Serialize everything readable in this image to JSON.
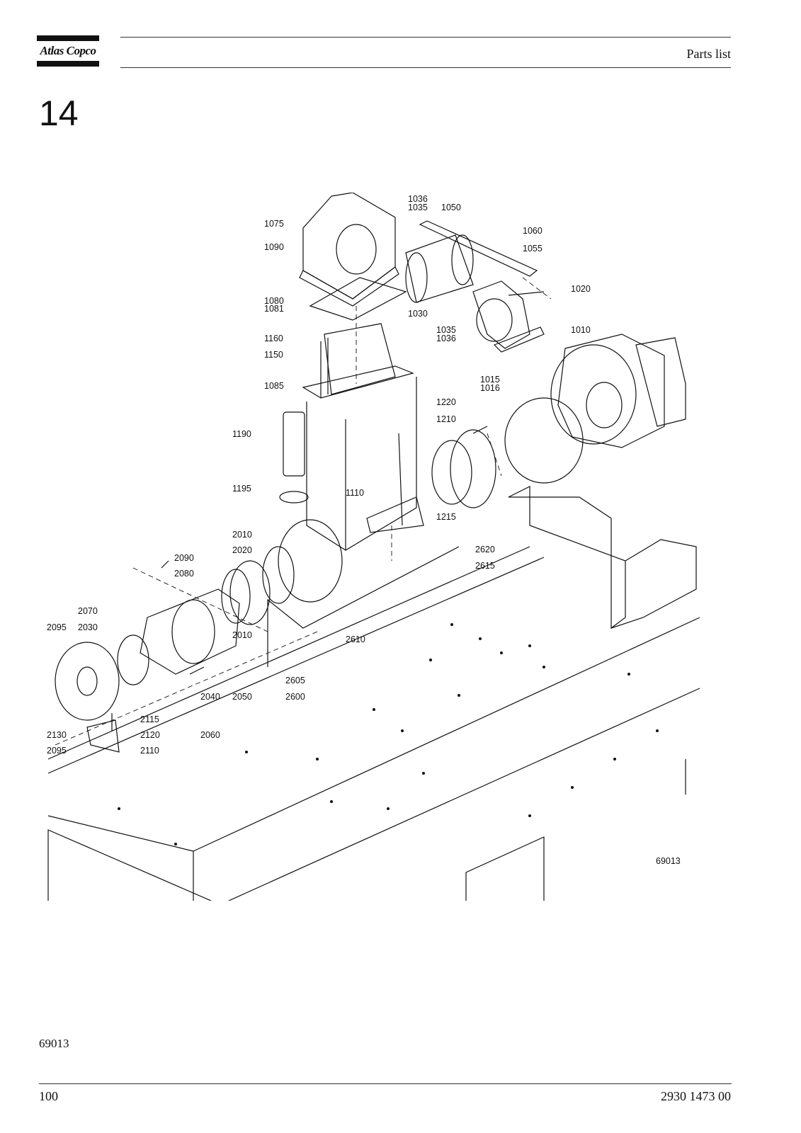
{
  "header": {
    "brand": "Atlas Copco",
    "title": "Parts list"
  },
  "section_number": "14",
  "drawing": {
    "part_labels": [
      "1036",
      "1035",
      "1050",
      "1075",
      "1060",
      "1090",
      "1055",
      "1020",
      "1080",
      "1081",
      "1030",
      "1035",
      "1036",
      "1010",
      "1160",
      "1150",
      "1015",
      "1016",
      "1085",
      "1220",
      "1210",
      "1190",
      "1110",
      "1195",
      "1215",
      "2010",
      "2020",
      "2620",
      "2090",
      "2615",
      "2080",
      "2070",
      "2010",
      "2610",
      "2095",
      "2030",
      "2605",
      "2040",
      "2050",
      "2600",
      "2115",
      "2120",
      "2060",
      "2130",
      "2110",
      "2095"
    ],
    "figure_code": "69013"
  },
  "footer": {
    "figure_ref": "69013",
    "page_number": "100",
    "document_number": "2930 1473 00"
  }
}
